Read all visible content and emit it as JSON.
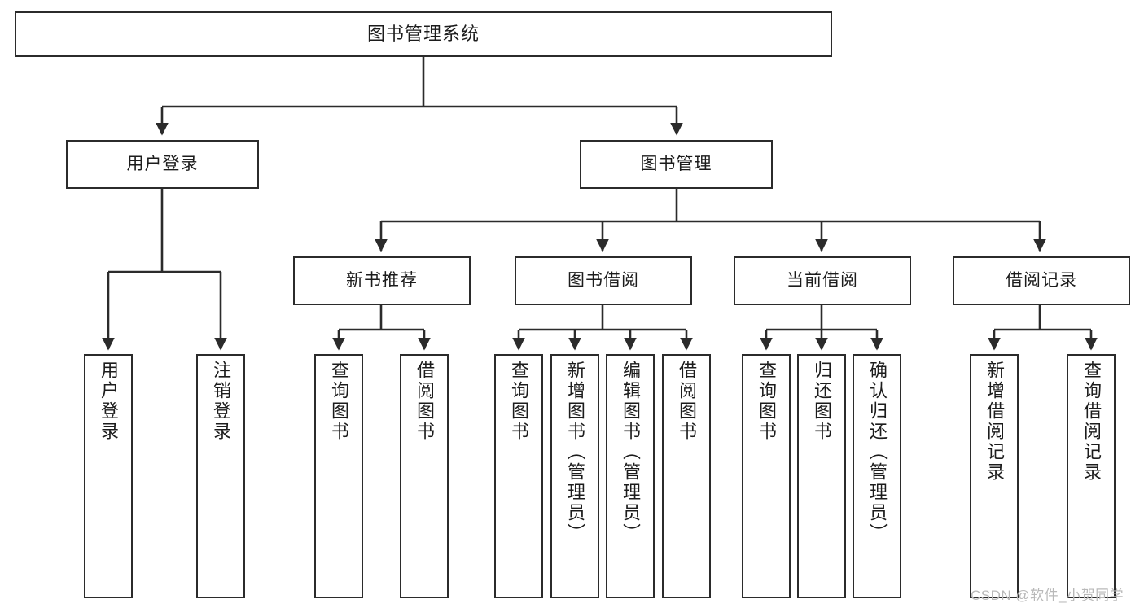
{
  "diagram": {
    "type": "tree-hierarchy-diagram",
    "title": "图书管理系统",
    "orientation": "top-down",
    "colors": {
      "box_border": "#2b2b2b",
      "box_fill": "#ffffff",
      "edge": "#2b2b2b",
      "background": "#ffffff",
      "watermark": "#b9b9b9"
    }
  },
  "watermark": {
    "text": "CSDN @软件_小贺同学"
  },
  "nodes": {
    "root": {
      "label": "图书管理系统"
    },
    "level1": [
      {
        "id": "user-login",
        "label": "用户登录"
      },
      {
        "id": "book-manage",
        "label": "图书管理"
      }
    ],
    "level2": [
      {
        "id": "new-book-recommend",
        "label": "新书推荐"
      },
      {
        "id": "book-borrow",
        "label": "图书借阅"
      },
      {
        "id": "current-borrow",
        "label": "当前借阅"
      },
      {
        "id": "borrow-record",
        "label": "借阅记录"
      }
    ],
    "leaves": {
      "user_login": [
        {
          "id": "leaf-user-login",
          "label": "用户登录"
        },
        {
          "id": "leaf-logout-login",
          "label": "注销登录"
        }
      ],
      "new_book_recommend": [
        {
          "id": "leaf-query-book-1",
          "label": "查询图书"
        },
        {
          "id": "leaf-borrow-book-1",
          "label": "借阅图书"
        }
      ],
      "book_borrow": [
        {
          "id": "leaf-query-book-2",
          "label": "查询图书"
        },
        {
          "id": "leaf-add-book",
          "label": "新增图书（管理员）"
        },
        {
          "id": "leaf-edit-book",
          "label": "编辑图书（管理员）"
        },
        {
          "id": "leaf-borrow-book-2",
          "label": "借阅图书"
        }
      ],
      "current_borrow": [
        {
          "id": "leaf-query-book-3",
          "label": "查询图书"
        },
        {
          "id": "leaf-return-book",
          "label": "归还图书"
        },
        {
          "id": "leaf-confirm-return",
          "label": "确认归还（管理员）"
        }
      ],
      "borrow_record": [
        {
          "id": "leaf-add-record",
          "label": "新增借阅记录"
        },
        {
          "id": "leaf-query-record",
          "label": "查询借阅记录"
        }
      ]
    }
  }
}
